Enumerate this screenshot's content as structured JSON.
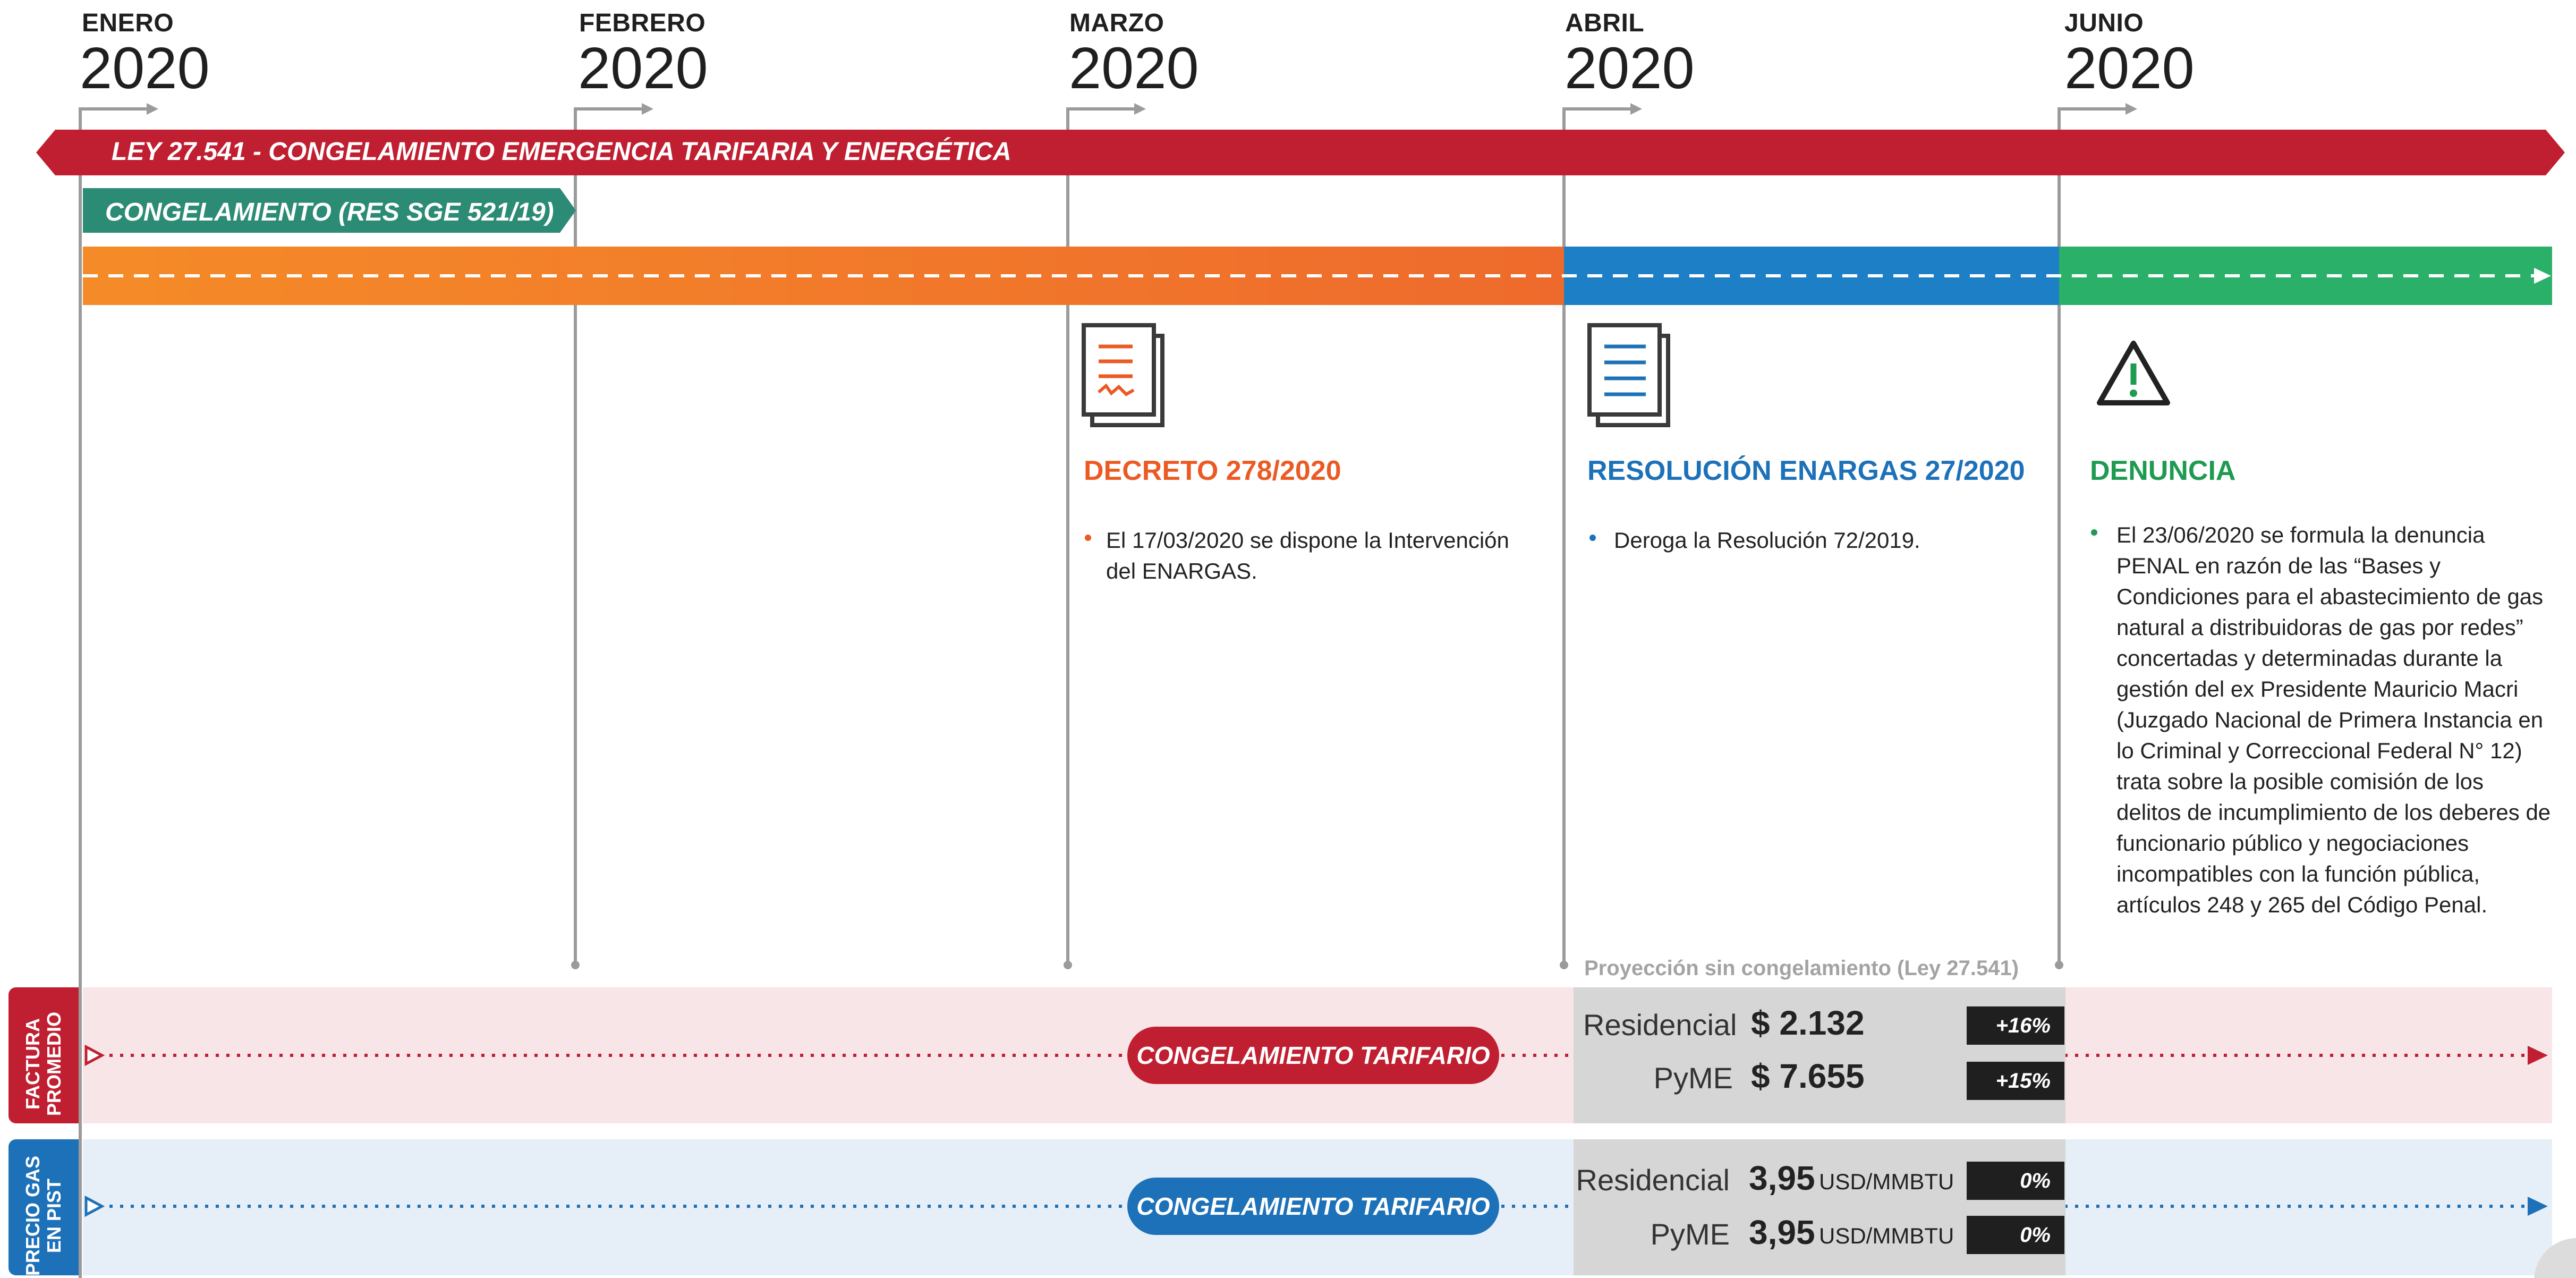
{
  "months": [
    {
      "month": "ENERO",
      "year": "2020"
    },
    {
      "month": "FEBRERO",
      "year": "2020"
    },
    {
      "month": "MARZO",
      "year": "2020"
    },
    {
      "month": "ABRIL",
      "year": "2020"
    },
    {
      "month": "JUNIO",
      "year": "2020"
    }
  ],
  "banners": {
    "ley": "LEY 27.541 - CONGELAMIENTO EMERGENCIA TARIFARIA Y ENERGÉTICA",
    "congelamiento": "CONGELAMIENTO (RES SGE 521/19)"
  },
  "events": [
    {
      "icon": "document-icon",
      "title": "DECRETO 278/2020",
      "color": "#ec5a24",
      "bullets": [
        "El 17/03/2020 se dispone la Intervención del ENARGAS."
      ]
    },
    {
      "icon": "document-icon",
      "title": "RESOLUCIÓN ENARGAS 27/2020",
      "color": "#1d71b8",
      "bullets": [
        "Deroga la Resolución 72/2019."
      ]
    },
    {
      "icon": "warning-icon",
      "title": "DENUNCIA",
      "color": "#1e9a51",
      "bullets": [
        "El  23/06/2020 se formula la denuncia PENAL en razón de las “Bases y Condiciones para el abastecimiento de gas natural a distribuidoras de gas por redes” concertadas y determinadas durante la gestión del ex Presidente Mauricio Macri (Juzgado Nacional de Primera Instancia en lo Criminal y Correccional Federal N° 12) trata sobre la posible comisión de los delitos de incumplimiento de los deberes de funcionario público y negociaciones incompatibles con la función pública, artículos 248 y 265 del Código Penal."
      ]
    }
  ],
  "projection_label": "Proyección sin congelamiento (Ley 27.541)",
  "rows": [
    {
      "label": "FACTURA PROMEDIO",
      "label_lines": [
        "FACTURA",
        "PROMEDIO"
      ],
      "pill": "CONGELAMIENTO TARIFARIO",
      "color": "#c01f31",
      "items": [
        {
          "category": "Residencial",
          "value": "$ 2.132",
          "unit": "",
          "change": "+16%"
        },
        {
          "category": "PyME",
          "value": "$ 7.655",
          "unit": "",
          "change": "+15%"
        }
      ]
    },
    {
      "label": "PRECIO GAS EN PIST",
      "label_lines": [
        "PRECIO GAS",
        "EN PIST"
      ],
      "pill": "CONGELAMIENTO TARIFARIO",
      "color": "#1d71b8",
      "items": [
        {
          "category": "Residencial",
          "value": "3,95",
          "unit": "USD/MMBTU",
          "change": "0%"
        },
        {
          "category": "PyME",
          "value": "3,95",
          "unit": "USD/MMBTU",
          "change": "0%"
        }
      ]
    }
  ],
  "colors": {
    "red": "#c01f31",
    "teal": "#2c8b75",
    "orange": "#f07c2a",
    "blue": "#1d71b8",
    "green": "#2bb06a",
    "grey": "#9b9b9b"
  }
}
